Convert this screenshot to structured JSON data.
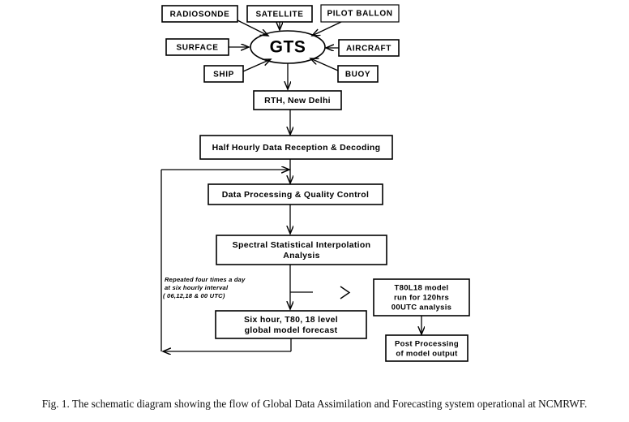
{
  "figure": {
    "caption": "Fig. 1. The schematic diagram showing the flow of Global Data Assimilation and Forecasting system operational at NCMRWF.",
    "hub": {
      "label": "GTS"
    },
    "sources": [
      {
        "id": "radiosonde",
        "label": "RADIOSONDE"
      },
      {
        "id": "satellite",
        "label": "SATELLITE"
      },
      {
        "id": "pilot-ballon",
        "label": "PILOT BALLON"
      },
      {
        "id": "surface",
        "label": "SURFACE"
      },
      {
        "id": "aircraft",
        "label": "AIRCRAFT"
      },
      {
        "id": "ship",
        "label": "SHIP"
      },
      {
        "id": "buoy",
        "label": "BUOY"
      }
    ],
    "stages": [
      {
        "id": "rth",
        "label": "RTH, New Delhi"
      },
      {
        "id": "reception",
        "label": "Half Hourly Data Reception & Decoding"
      },
      {
        "id": "qc",
        "label": "Data Processing & Quality Control"
      },
      {
        "id": "ssi",
        "line1": "Spectral Statistical Interpolation",
        "line2": "Analysis"
      },
      {
        "id": "forecast",
        "line1": "Six hour, T80, 18 level",
        "line2": "global model forecast"
      },
      {
        "id": "t80l18",
        "line1": "T80L18 model",
        "line2": "run for 120hrs",
        "line3": "00UTC analysis"
      },
      {
        "id": "postproc",
        "line1": "Post Processing",
        "line2": "of model output"
      }
    ],
    "annotation": {
      "line1": "Repeated four times a day",
      "line2": "at  six  hourly  interval",
      "line3": "( 06,12,18 & 00 UTC)"
    },
    "colors": {
      "stroke": "#000000",
      "fill": "#ffffff",
      "text": "#000000"
    }
  }
}
